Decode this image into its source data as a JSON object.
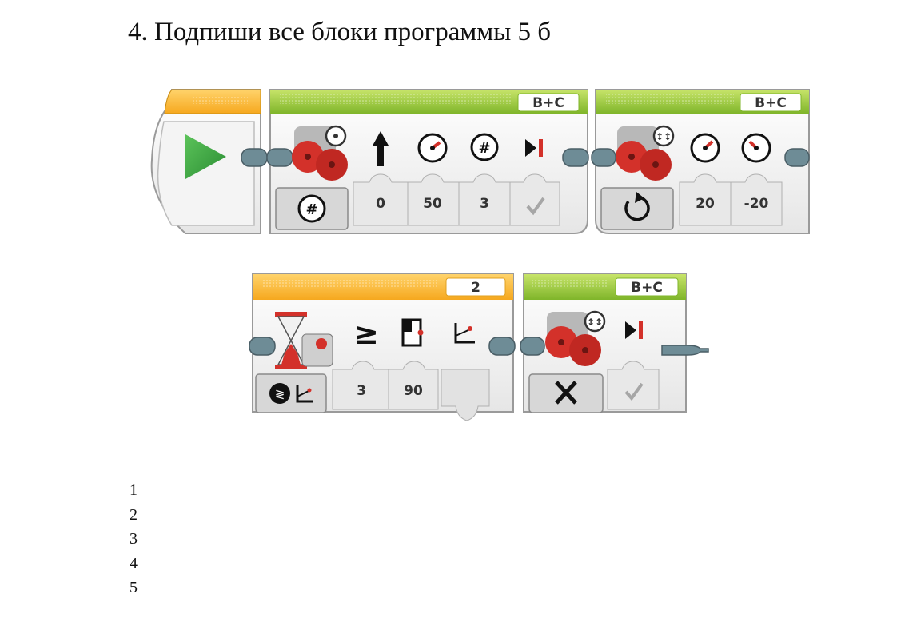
{
  "task": {
    "title": "4. Подпиши все блоки программы 5 б"
  },
  "program": {
    "row1": {
      "start": {
        "icon": "play-icon"
      },
      "move_steering": {
        "ports": "B+C",
        "mode_icon": "rotations-icon",
        "params": [
          "0",
          "50",
          "3",
          ""
        ],
        "param_icons": [
          "steering-arrow-icon",
          "power-icon",
          "rotations-icon",
          "brake-icon"
        ]
      },
      "move_tank": {
        "ports": "B+C",
        "mode_icon": "on-icon",
        "params": [
          "20",
          "-20"
        ],
        "param_icons": [
          "power-left-icon",
          "power-right-icon"
        ]
      }
    },
    "row2": {
      "wait": {
        "port": "2",
        "mode_icon": "gyro-angle-icon",
        "params": [
          "3",
          "90"
        ],
        "param_icons": [
          "compare-icon",
          "threshold-icon",
          "gyro-icon"
        ],
        "compare_symbol": "≥"
      },
      "motor_off": {
        "ports": "B+C",
        "mode_icon": "off-icon",
        "param_icons": [
          "brake-icon"
        ]
      }
    }
  },
  "answer_lines": [
    "1",
    "2",
    "3",
    "4",
    "5"
  ]
}
